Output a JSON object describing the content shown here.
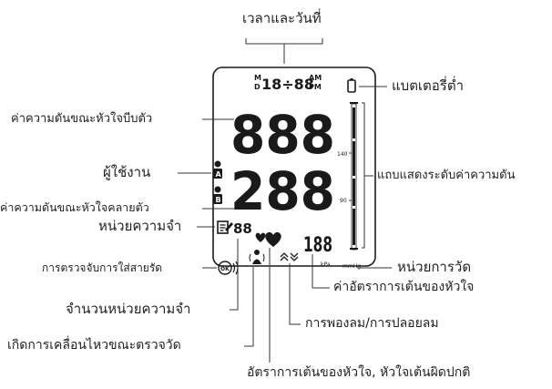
{
  "labels": {
    "time_date": "เวลาและวันที่",
    "low_battery": "แบตเตอรี่ต่ำ",
    "systolic": "ค่าความดันขณะหัวใจบีบตัว",
    "user": "ผู้ใช้งาน",
    "bar_indicator": "แถบแสดงระดับค่าความดัน",
    "diastolic": "ค่าความดันขณะหัวใจคลายตัว",
    "memory": "หน่วยความจำ",
    "cuff_check": "การตรวจจับการใส่สายรัด",
    "unit": "หน่วยการวัด",
    "pulse": "ค่าอัตราการเต้นของหัวใจ",
    "memory_count": "จำนวนหน่วยความจำ",
    "inflate_deflate": "การพองลม/การปลอยลม",
    "motion": "เกิดการเคลื่อนไหวขณะตรวจวัด",
    "heart_rhythm": "อัตราการเต้นของหัวใจ, หัวใจเต้นผิดปกติ"
  },
  "lcd": {
    "month_letter": "M",
    "day_letter": "D",
    "clock_digits": "18÷88",
    "am": "AM",
    "pm": "PM",
    "systolic_digits": "888",
    "diastolic_digits": "288",
    "memory_digits": "88",
    "pulse_digits": "188",
    "user_a": "A",
    "user_b": "B",
    "ok": "OK",
    "kpa": "kPa",
    "mmhg": "mmHg",
    "scale_140": "140",
    "scale_90": "90"
  },
  "colors": {
    "ink": "#1a1a1a",
    "line": "#333333"
  }
}
